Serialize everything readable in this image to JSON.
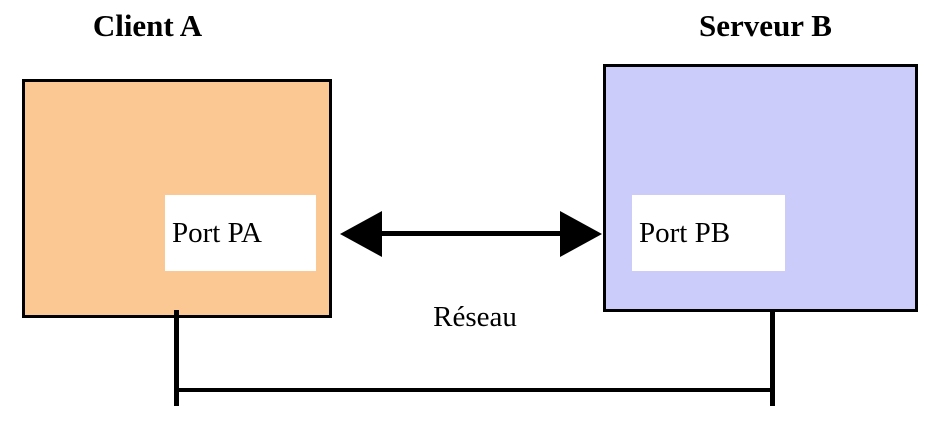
{
  "diagram": {
    "title_client": "Client A",
    "title_serveur": "Serveur B",
    "nodes": [
      {
        "id": "client",
        "title": "Client A",
        "port_label": "Port PA",
        "fill_color": "#FBC893",
        "border_color": "#000000"
      },
      {
        "id": "serveur",
        "title": "Serveur B",
        "port_label": "Port PB",
        "fill_color": "#CCCCFA",
        "border_color": "#000000"
      }
    ],
    "connection": {
      "label": "Réseau",
      "arrow_type": "double-headed",
      "arrow_color": "#000000"
    },
    "ports": {
      "client_port": "Port PA",
      "server_port": "Port PB",
      "port_box_fill": "#CCCCFA"
    },
    "bracket": {
      "color": "#000000",
      "description": "bottom connector bracket linking Client A to Serveur B"
    },
    "background_color": "#FFFFFF"
  }
}
